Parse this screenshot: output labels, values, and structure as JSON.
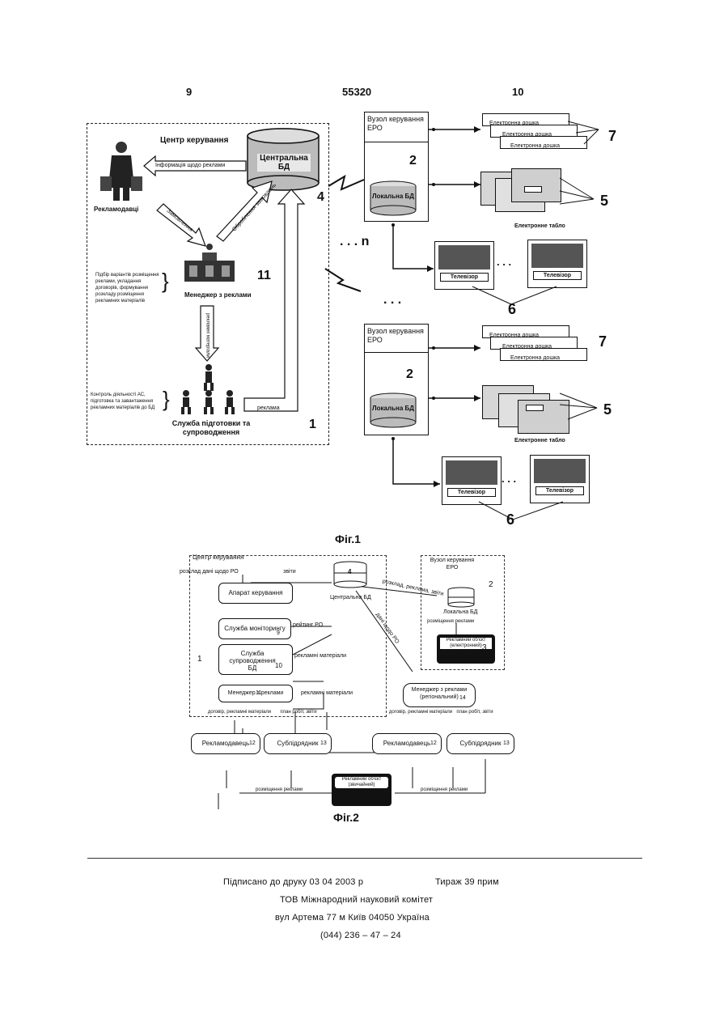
{
  "header": {
    "left": "9",
    "center": "55320",
    "right": "10"
  },
  "fig1": {
    "caption": "Фіг.1",
    "center_title": "Центр керування",
    "central_db": "Центральна БД",
    "info_arrow": "Інформація щодо реклами",
    "advertisers": "Рекламодавці",
    "order_arrow": "Замовлення",
    "processed_arrow": "Оброблення замовлень",
    "manager": "Менеджер з реклами",
    "manager_note": "Підбір варіантів розміщення реклами, укладання договорів, формування розкладу розміщення рекламних матеріалів",
    "materials_arrow": "рекламні матеріали",
    "service": "Служба підготовки та супроводження",
    "service_note": "Контроль діяльності АС, підготовка та завантаження рекламних матеріалів до БД",
    "ad_label": "реклама",
    "node_title": "Вузол керування ЕРО",
    "local_db": "Локальна БД",
    "board": "Електронна дошка",
    "scoreboard": "Електронне табло",
    "tv": "Телевізор",
    "dots_n": ". . . n",
    "dots": ". . .",
    "nums": {
      "n1": "1",
      "n2": "2",
      "n4": "4",
      "n5": "5",
      "n6": "6",
      "n7": "7",
      "n11": "11"
    }
  },
  "fig2": {
    "caption": "Фіг.2",
    "center_title": "Центр керування",
    "schedule_label": "розклад дані щодо РО",
    "reports": "звіти",
    "central_db": "Центральна БД",
    "apparatus": "Апарат керування",
    "monitoring": "Служба моніторингу",
    "state": "рейтинг РО",
    "support": "Служба супроводження БД",
    "materials": "рекламні матеріали",
    "manager": "Менеджер з реклами",
    "materials2": "рекламні матеріали",
    "node": "Вузол керування ЕРО",
    "local_db": "Локальна БД",
    "placing": "розміщення реклами",
    "object_el": "Рекламний об'єкт (електронний)",
    "schedule_ads": "розклад, реклама, звіти",
    "data_ro": "дані щодо РО",
    "regional_mgr": "Менеджер з реклами (регіональний)",
    "contract_left": "договір, рекламні матеріали",
    "plan_left": "план робіт, звіти",
    "contract_right": "договір, рекламні матеріали",
    "plan_right": "план робіт, звіти",
    "advertiser": "Рекламодавець",
    "subcontractor": "Субпідрядник",
    "object_plain": "Рекламний об'єкт (звичайний)",
    "placing_left": "розміщення реклами",
    "placing_right": "розміщення реклами",
    "nums": {
      "n1": "1",
      "n2": "2",
      "n3": "3",
      "n4": "4",
      "n9": "9",
      "n10": "10",
      "n11": "11",
      "n12": "12",
      "n13": "13",
      "n14": "14"
    }
  },
  "footer": {
    "line1_left": "Підписано до друку 03 04 2003 р",
    "line1_right": "Тираж 39 прим",
    "line2": "ТОВ  Міжнародний науковий комітет",
    "line3": "вул  Артема  77  м  Київ  04050  Україна",
    "line4": "(044) 236 – 47 – 24"
  }
}
